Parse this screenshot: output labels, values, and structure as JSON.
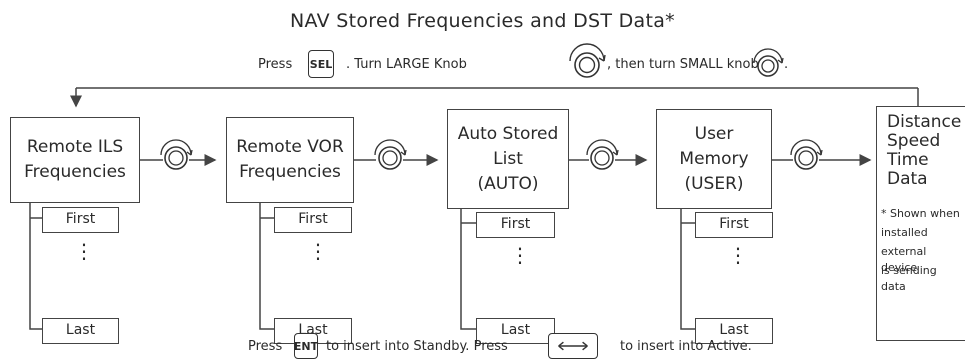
{
  "title": "NAV Stored Frequencies and DST Data*",
  "top_instruction": {
    "press": "Press",
    "sel_key": "SEL",
    "mid": ". Turn LARGE Knob",
    "then": ", then turn SMALL knob",
    "end": "."
  },
  "bottom_instruction": {
    "press": "Press",
    "ent_key": "ENT",
    "mid": "to insert into Standby. Press",
    "end": "to insert into Active."
  },
  "boxes": {
    "ils": {
      "line1": "Remote ILS",
      "line2": "Frequencies"
    },
    "vor": {
      "line1": "Remote VOR",
      "line2": "Frequencies"
    },
    "auto": {
      "line1": "Auto Stored",
      "line2": "List",
      "line3": "(AUTO)"
    },
    "user": {
      "line1": "User",
      "line2": "Memory",
      "line3": "(USER)"
    }
  },
  "sub_items": {
    "first": "First",
    "dots": "⋮",
    "last": "Last"
  },
  "dst": {
    "line1": "Distance",
    "line2": "Speed",
    "line3": "Time",
    "line4": "Data",
    "note1": "* Shown when",
    "note2": "installed",
    "note3": "external device",
    "note4": "is sending data"
  },
  "icons": {
    "knob": "knob-icon",
    "swap": "swap-arrow-icon"
  }
}
